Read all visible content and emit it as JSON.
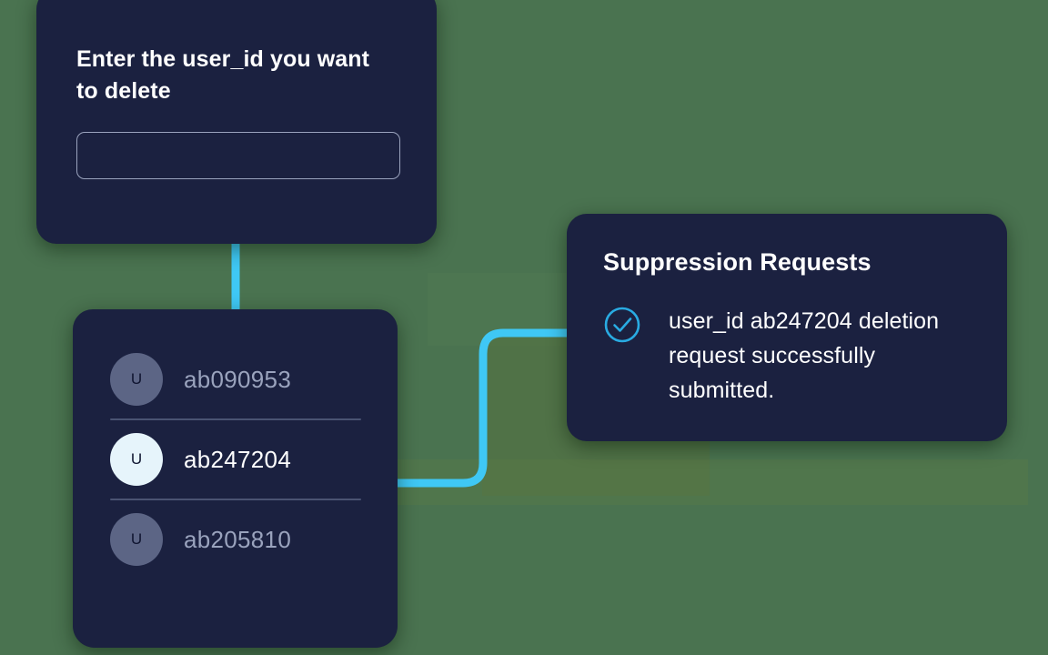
{
  "theme": {
    "background": "#4a7350",
    "card_background": "#1b2140",
    "accent": "#3fc8f5",
    "check_color": "#29abe2",
    "muted_text": "#9aa3bd",
    "divider": "#4a5372",
    "avatar_muted": "#5c6585",
    "avatar_selected": "#e6f4fb"
  },
  "input_card": {
    "prompt": "Enter the user_id you want to delete",
    "input_value": "",
    "input_placeholder": ""
  },
  "user_list": {
    "items": [
      {
        "avatar_initial": "U",
        "user_id": "ab090953",
        "selected": false
      },
      {
        "avatar_initial": "U",
        "user_id": "ab247204",
        "selected": true
      },
      {
        "avatar_initial": "U",
        "user_id": "ab205810",
        "selected": false
      }
    ]
  },
  "suppression_card": {
    "title": "Suppression Requests",
    "status_icon": "circle-check-icon",
    "status_message": "user_id ab247204 deletion request successfully submitted."
  }
}
